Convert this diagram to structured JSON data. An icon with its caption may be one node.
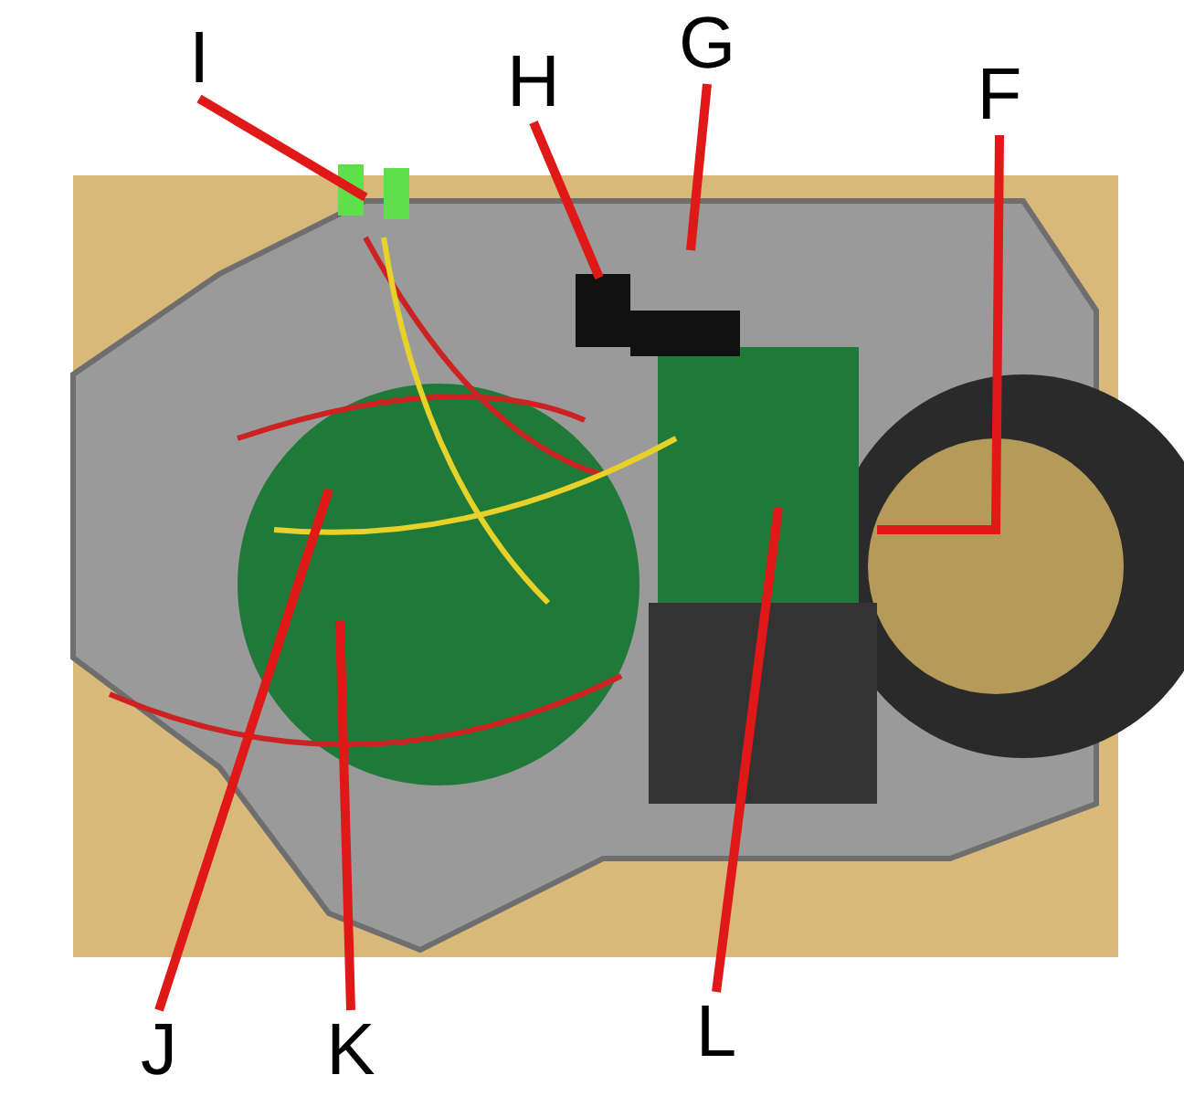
{
  "diagram": {
    "nodes": [
      {
        "text": [
          "I"
        ]
      },
      {
        "text": [
          "H"
        ]
      },
      {
        "text": [
          "G"
        ]
      },
      {
        "text": [
          "F"
        ]
      },
      {
        "text": [
          "J"
        ]
      },
      {
        "text": [
          "K"
        ]
      },
      {
        "text": [
          "L"
        ]
      }
    ],
    "edges": [
      {
        "from": 0,
        "to": null,
        "arrow": "none"
      },
      {
        "from": 1,
        "to": null,
        "arrow": "none"
      },
      {
        "from": 2,
        "to": null,
        "arrow": "none"
      },
      {
        "from": 3,
        "to": null,
        "arrow": "none"
      },
      {
        "from": 4,
        "to": null,
        "arrow": "none"
      },
      {
        "from": 5,
        "to": null,
        "arrow": "none"
      },
      {
        "from": 6,
        "to": null,
        "arrow": "none"
      }
    ]
  }
}
